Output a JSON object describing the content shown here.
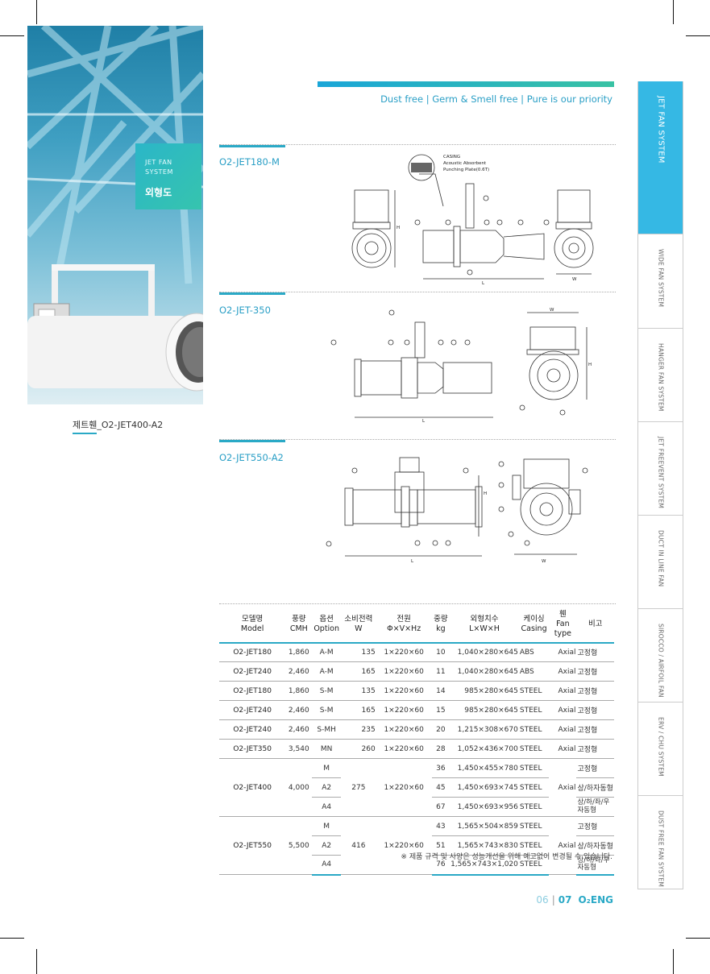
{
  "photo_tag": {
    "line1": "JET FAN",
    "line2": "SYSTEM",
    "title": "외형도"
  },
  "photo_caption": "제트휀_O2-JET400-A2",
  "tagline": "Dust free | Germ & Smell free | Pure is our priority",
  "sections": [
    {
      "title": "O2-JET180-M",
      "labels": {
        "casing": "CASING",
        "absorbent": "Acoustic Absorbent",
        "plate": "Punching Plate(0.6T)",
        "h": "H",
        "l": "L",
        "w": "W"
      }
    },
    {
      "title": "O2-JET-350",
      "labels": {
        "h": "H",
        "l": "L",
        "w": "W"
      }
    },
    {
      "title": "O2-JET550-A2",
      "labels": {
        "h": "H",
        "l": "L",
        "w": "W"
      }
    }
  ],
  "side_tabs": [
    "JET FAN SYSTEM",
    "WIDE FAN SYSTEM",
    "HANGER FAN SYSTEM",
    "JET FREEVENT SYSTEM",
    "DUCT IN LINE FAN",
    "SIROCCO / AIRFOIL FAN",
    "ERV / CHU SYSTEM",
    "DUST FREE FAN SYSTEM"
  ],
  "table": {
    "headers": [
      {
        "ko": "모델명",
        "en": "Model"
      },
      {
        "ko": "풍량",
        "en": "CMH"
      },
      {
        "ko": "옵션",
        "en": "Option"
      },
      {
        "ko": "소비전력",
        "en": "W"
      },
      {
        "ko": "전원",
        "en": "Φ×V×Hz"
      },
      {
        "ko": "중량",
        "en": "kg"
      },
      {
        "ko": "외형치수",
        "en": "L×W×H"
      },
      {
        "ko": "케이싱",
        "en": "Casing"
      },
      {
        "ko": "휀",
        "en": "Fan type"
      },
      {
        "ko": "비고",
        "en": ""
      }
    ],
    "rows": [
      {
        "model": "O2-JET180",
        "cmh": "1,860",
        "option": "A-M",
        "w": "135",
        "power": "1×220×60",
        "kg": "10",
        "dim": "1,040×280×645",
        "casing": "ABS",
        "fan": "Axial",
        "note": "고정형"
      },
      {
        "model": "O2-JET240",
        "cmh": "2,460",
        "option": "A-M",
        "w": "165",
        "power": "1×220×60",
        "kg": "11",
        "dim": "1,040×280×645",
        "casing": "ABS",
        "fan": "Axial",
        "note": "고정형"
      },
      {
        "model": "O2-JET180",
        "cmh": "1,860",
        "option": "S-M",
        "w": "135",
        "power": "1×220×60",
        "kg": "14",
        "dim": "985×280×645",
        "casing": "STEEL",
        "fan": "Axial",
        "note": "고정형"
      },
      {
        "model": "O2-JET240",
        "cmh": "2,460",
        "option": "S-M",
        "w": "165",
        "power": "1×220×60",
        "kg": "15",
        "dim": "985×280×645",
        "casing": "STEEL",
        "fan": "Axial",
        "note": "고정형"
      },
      {
        "model": "O2-JET240",
        "cmh": "2,460",
        "option": "S-MH",
        "w": "235",
        "power": "1×220×60",
        "kg": "20",
        "dim": "1,215×308×670",
        "casing": "STEEL",
        "fan": "Axial",
        "note": "고정형"
      },
      {
        "model": "O2-JET350",
        "cmh": "3,540",
        "option": "MN",
        "w": "260",
        "power": "1×220×60",
        "kg": "28",
        "dim": "1,052×436×700",
        "casing": "STEEL",
        "fan": "Axial",
        "note": "고정형"
      }
    ],
    "groups": [
      {
        "model": "O2-JET400",
        "cmh": "4,000",
        "w": "275",
        "power": "1×220×60",
        "fan": "Axial",
        "subs": [
          {
            "option": "M",
            "kg": "36",
            "dim": "1,450×455×780",
            "casing": "STEEL",
            "note": "고정형"
          },
          {
            "option": "A2",
            "kg": "45",
            "dim": "1,450×693×745",
            "casing": "STEEL",
            "note": "상/하자동형"
          },
          {
            "option": "A4",
            "kg": "67",
            "dim": "1,450×693×956",
            "casing": "STEEL",
            "note": "상/하/좌/우 자동형"
          }
        ]
      },
      {
        "model": "O2-JET550",
        "cmh": "5,500",
        "w": "416",
        "power": "1×220×60",
        "fan": "Axial",
        "subs": [
          {
            "option": "M",
            "kg": "43",
            "dim": "1,565×504×859",
            "casing": "STEEL",
            "note": "고정형"
          },
          {
            "option": "A2",
            "kg": "51",
            "dim": "1,565×743×830",
            "casing": "STEEL",
            "note": "상/하자동형"
          },
          {
            "option": "A4",
            "kg": "76",
            "dim": "1,565×743×1,020",
            "casing": "STEEL",
            "note": "상/하/좌/우 자동형"
          }
        ]
      }
    ]
  },
  "note": "※ 제품 규격 및 사양은 성능개선을 위해 예고없이 변경될 수 있습니다.",
  "folio": {
    "left": "06",
    "sep": "|",
    "right": "07",
    "brand": "O₂ENG"
  },
  "colors": {
    "accent": "#2aa9c6",
    "tab_active": "#35b8e4"
  }
}
